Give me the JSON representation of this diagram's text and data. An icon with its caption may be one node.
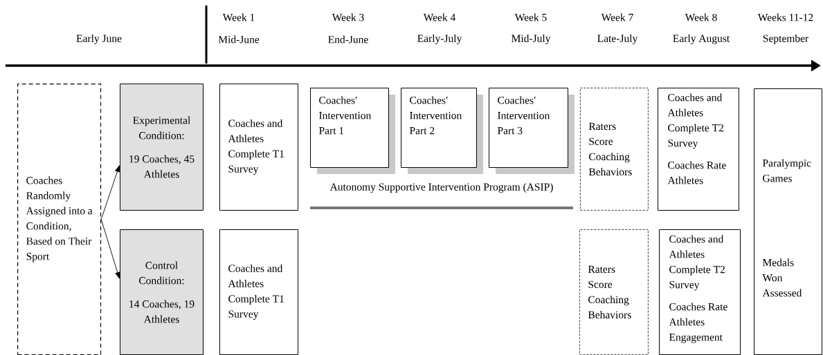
{
  "diagram": {
    "nodes": [
      {
        "text": [
          "Coaches Randomly Assigned into a Condition, Based on Their Sport"
        ]
      },
      {
        "text": [
          "Experimental Condition:",
          "19 Coaches, 45 Athletes"
        ]
      },
      {
        "text": [
          "Coaches and Athletes Complete T1 Survey"
        ]
      },
      {
        "text": [
          "Coaches′ Intervention Part 1"
        ]
      },
      {
        "text": [
          "Coaches′ Intervention Part 2"
        ]
      },
      {
        "text": [
          "Coaches′ Intervention Part 3"
        ]
      },
      {
        "text": [
          "Raters Score Coaching Behaviors"
        ]
      },
      {
        "text": [
          "Coaches and Athletes Complete T2 Survey",
          "Coaches Rate Athletes"
        ]
      },
      {
        "text": [
          "Paralympic Games",
          "Medals Won Assessed"
        ]
      },
      {
        "text": [
          "Control Condition:",
          "14 Coaches, 19 Athletes"
        ]
      },
      {
        "text": [
          "Coaches and Athletes Complete T1 Survey"
        ]
      },
      {
        "text": [
          "Raters Score Coaching Behaviors"
        ]
      },
      {
        "text": [
          "Coaches and Athletes Complete T2 Survey",
          "Coaches Rate Athletes Engagement"
        ]
      }
    ],
    "edges": [
      {
        "from": 0,
        "to": 1,
        "arrow": "to"
      },
      {
        "from": 0,
        "to": 9,
        "arrow": "to"
      }
    ],
    "labels": [
      "Early June",
      "Week 1",
      "Mid-June",
      "Week 3",
      "End-June",
      "Week 4",
      "Early-July",
      "Week 5",
      "Mid-July",
      "Week 7",
      "Late-July",
      "Week 8",
      "Early August",
      "Weeks 11-12",
      "September",
      "Autonomy Supportive Intervention Program (ASIP)"
    ]
  }
}
